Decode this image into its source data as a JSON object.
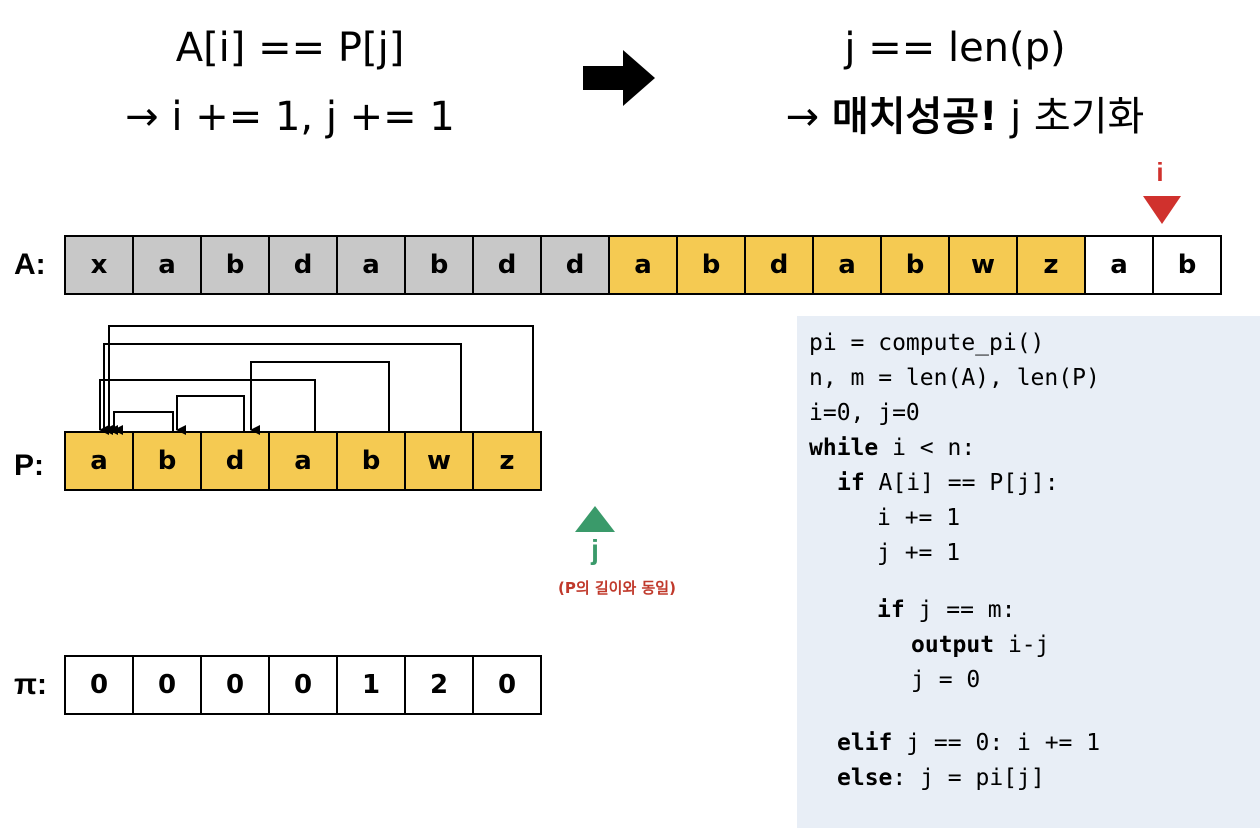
{
  "header_left": {
    "condition": "A[i] == P[j]",
    "action": "→ i += 1, j += 1"
  },
  "header_right": {
    "condition": "j == len(p)",
    "action_arrow": "→",
    "action_bold": "매치성공!",
    "action_rest": "j 초기화"
  },
  "pointers": {
    "i_label": "i",
    "j_label": "j",
    "j_note": "(P의 길이와 동일)"
  },
  "row_labels": {
    "a": "A:",
    "p": "P:",
    "pi": "π:"
  },
  "array_A": [
    "x",
    "a",
    "b",
    "d",
    "a",
    "b",
    "d",
    "d",
    "a",
    "b",
    "d",
    "a",
    "b",
    "w",
    "z",
    "a",
    "b"
  ],
  "array_P": [
    "a",
    "b",
    "d",
    "a",
    "b",
    "w",
    "z"
  ],
  "array_pi": [
    "0",
    "0",
    "0",
    "0",
    "1",
    "2",
    "0"
  ],
  "colors": {
    "gray": "#c8c8c8",
    "yellow": "#f5ca52",
    "red": "#d0312d",
    "green": "#3a9a6a",
    "code_bg": "#e8eef6"
  },
  "code": {
    "l1": "pi = compute_pi()",
    "l2": "n, m = len(A), len(P)",
    "l3": "i=0, j=0",
    "l4_kw": "while",
    "l4_rest": " i < n:",
    "l5_kw": "if",
    "l5_rest": " A[i] == P[j]:",
    "l6": "i += 1",
    "l7": "j += 1",
    "l8_kw": "if",
    "l8_rest": " j == m:",
    "l9_kw": "output",
    "l9_rest": " i-j",
    "l10": "j = 0",
    "l11_kw": "elif",
    "l11_rest": " j == 0: i += 1",
    "l12_kw": "else",
    "l12_rest": ": j = pi[j]"
  }
}
